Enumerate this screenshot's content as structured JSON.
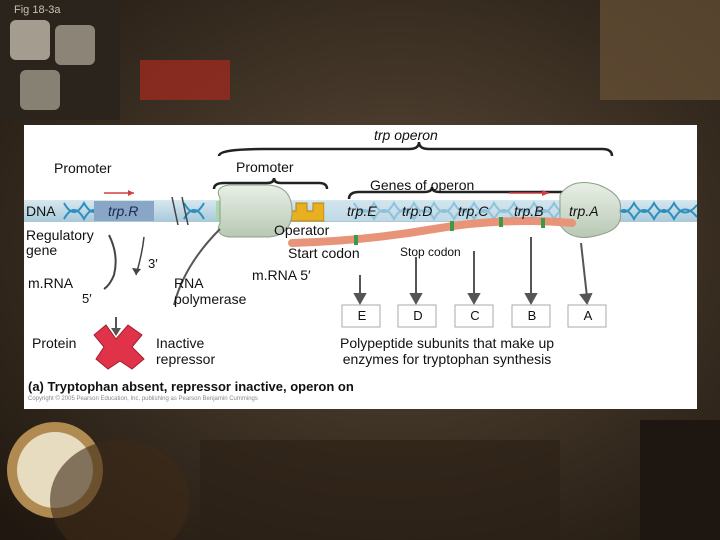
{
  "slide_label": "Fig 18-3a",
  "diagram": {
    "operon_label": "trp operon",
    "promoter_left": "Promoter",
    "promoter_mid": "Promoter",
    "genes_of_operon": "Genes of operon",
    "dna_label": "DNA",
    "trpR": "trp.R",
    "genes": [
      "trp.E",
      "trp.D",
      "trp.C",
      "trp.B",
      "trp.A"
    ],
    "regulatory_gene": [
      "Regulatory",
      "gene"
    ],
    "operator": "Operator",
    "start_codon": "Start codon",
    "stop_codon": "Stop codon",
    "three_prime": "3′",
    "mrna_left": "m.RNA",
    "five_prime_left": "5′",
    "rna_polymerase": [
      "RNA",
      "polymerase"
    ],
    "mrna_5prime": "m.RNA 5′",
    "polypeptides": [
      "E",
      "D",
      "C",
      "B",
      "A"
    ],
    "protein": "Protein",
    "inactive_repressor": [
      "Inactive",
      "repressor"
    ],
    "polypeptide_caption": [
      "Polypeptide subunits that make up",
      "enzymes for tryptophan synthesis"
    ],
    "panel_caption": "(a) Tryptophan absent, repressor inactive, operon on",
    "copyright": "Copyright © 2005 Pearson Education, Inc. publishing as Pearson Benjamin Cummings"
  }
}
